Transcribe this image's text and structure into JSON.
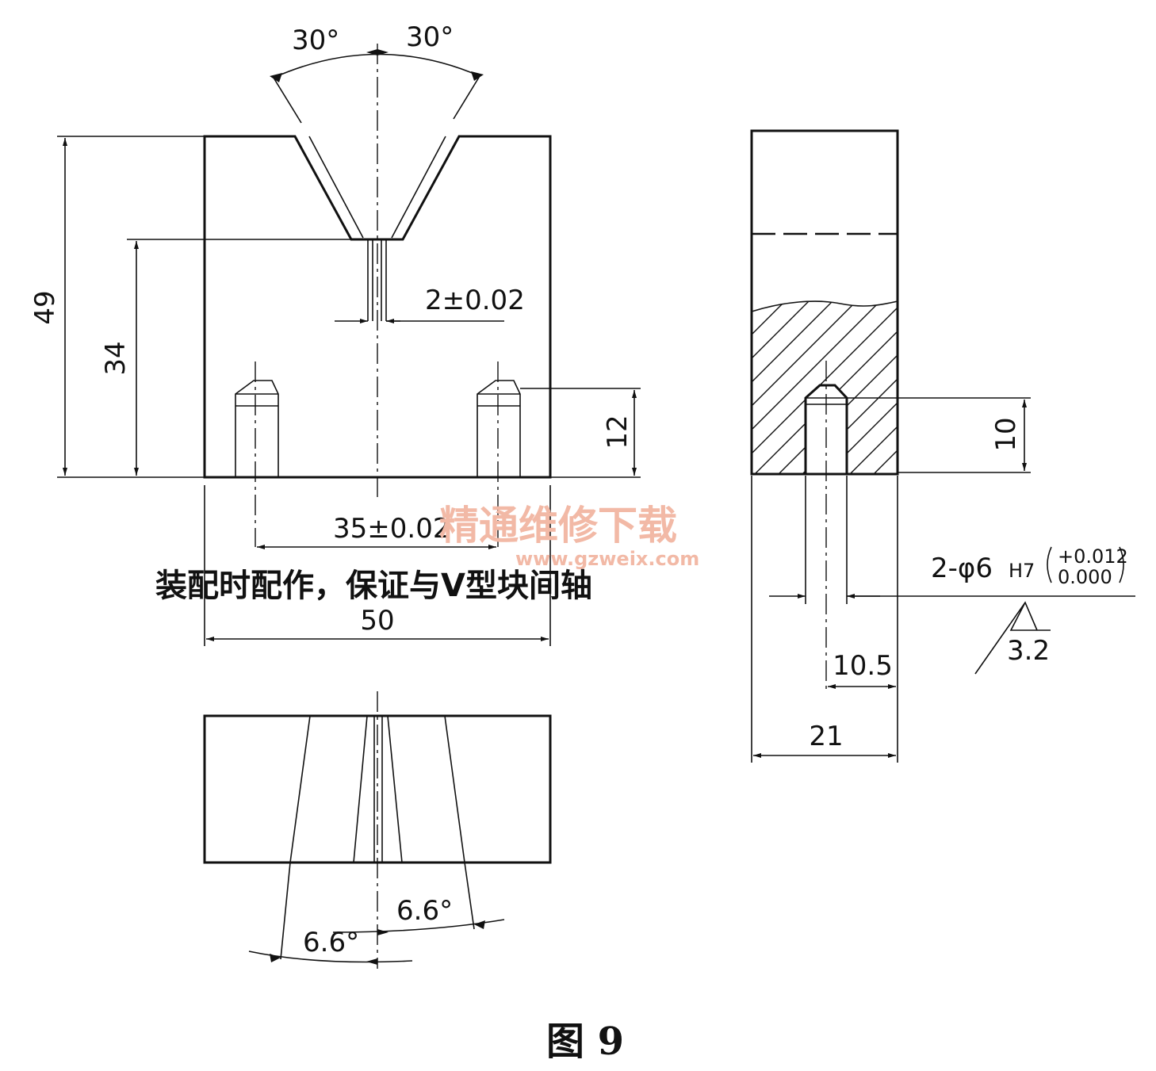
{
  "dimensions": {
    "angle_top_left": "30°",
    "angle_top_right": "30°",
    "height_total": "49",
    "height_v": "34",
    "slot_width": "2±0.02",
    "hole_depth_front": "12",
    "hole_spacing": "35±0.02",
    "width_total": "50",
    "hole_depth_side": "10",
    "hole_callout": "2-φ6",
    "hole_fit": "H7",
    "tol_upper": "+0.012",
    "tol_lower": "0.000",
    "hole_offset": "10.5",
    "side_width": "21",
    "roughness": "3.2",
    "angle_bottom_left": "6.6°",
    "angle_bottom_right": "6.6°"
  },
  "note": "装配时配作，保证与V型块间轴",
  "watermark": {
    "text": "精通维修下载",
    "url": "www.gzweix.com"
  },
  "caption": "图 9"
}
